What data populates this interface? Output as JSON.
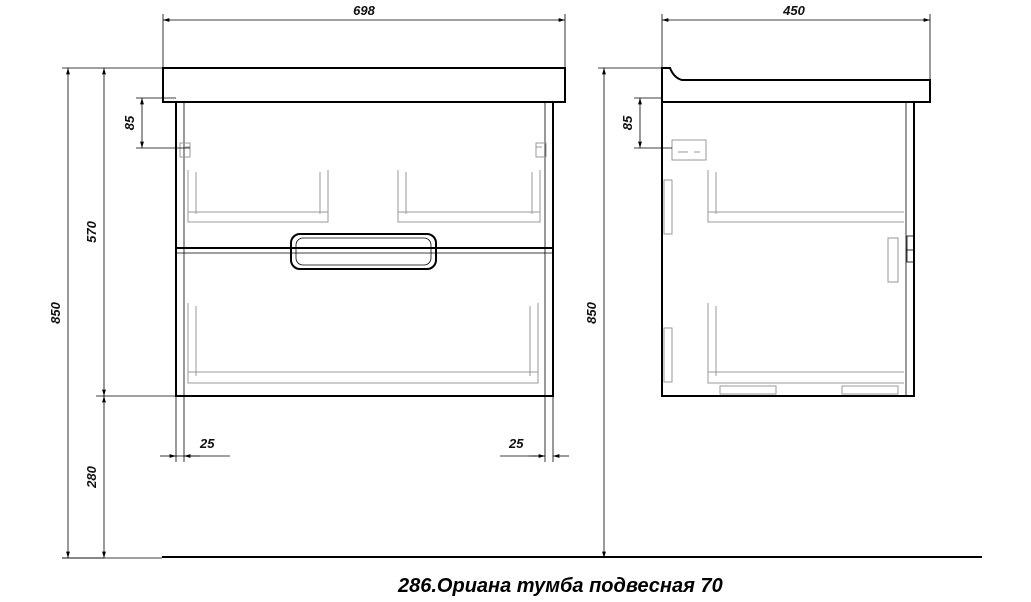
{
  "front_view": {
    "width_label": "698",
    "top_offset_label": "85",
    "height_570_label": "570",
    "height_850_label": "850",
    "floor_gap_label": "280",
    "left_inset_label": "25",
    "right_inset_label": "25"
  },
  "side_view": {
    "depth_label": "450",
    "top_offset_label": "85",
    "height_850_label": "850"
  },
  "caption": "286.Ориана тумба подвесная 70"
}
